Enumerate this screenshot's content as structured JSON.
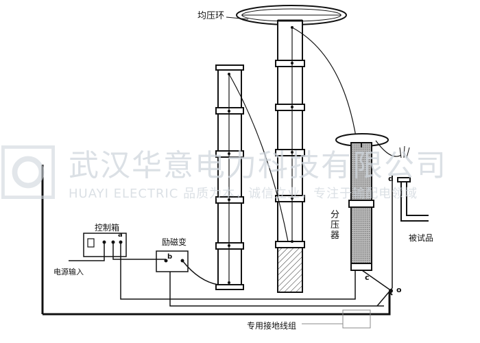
{
  "labels": {
    "grading_ring": "均压环",
    "control_box": "控制箱",
    "power_input": "电源输入",
    "exciter": "励磁变",
    "divider": "分压器",
    "test_object": "被试品",
    "ground_wire": "专用接地线组"
  },
  "terminals": {
    "a": "a",
    "b": "b",
    "c": "c",
    "d": "d",
    "o": "o"
  },
  "watermark": {
    "company": "武汉华意电力科技有限公司",
    "english": "HUAYI ELECTRIC",
    "slogan": "品质为本，诚信立业，专注于输配电领域"
  },
  "colors": {
    "line": "#111111",
    "watermark": "#cfd6dd"
  }
}
